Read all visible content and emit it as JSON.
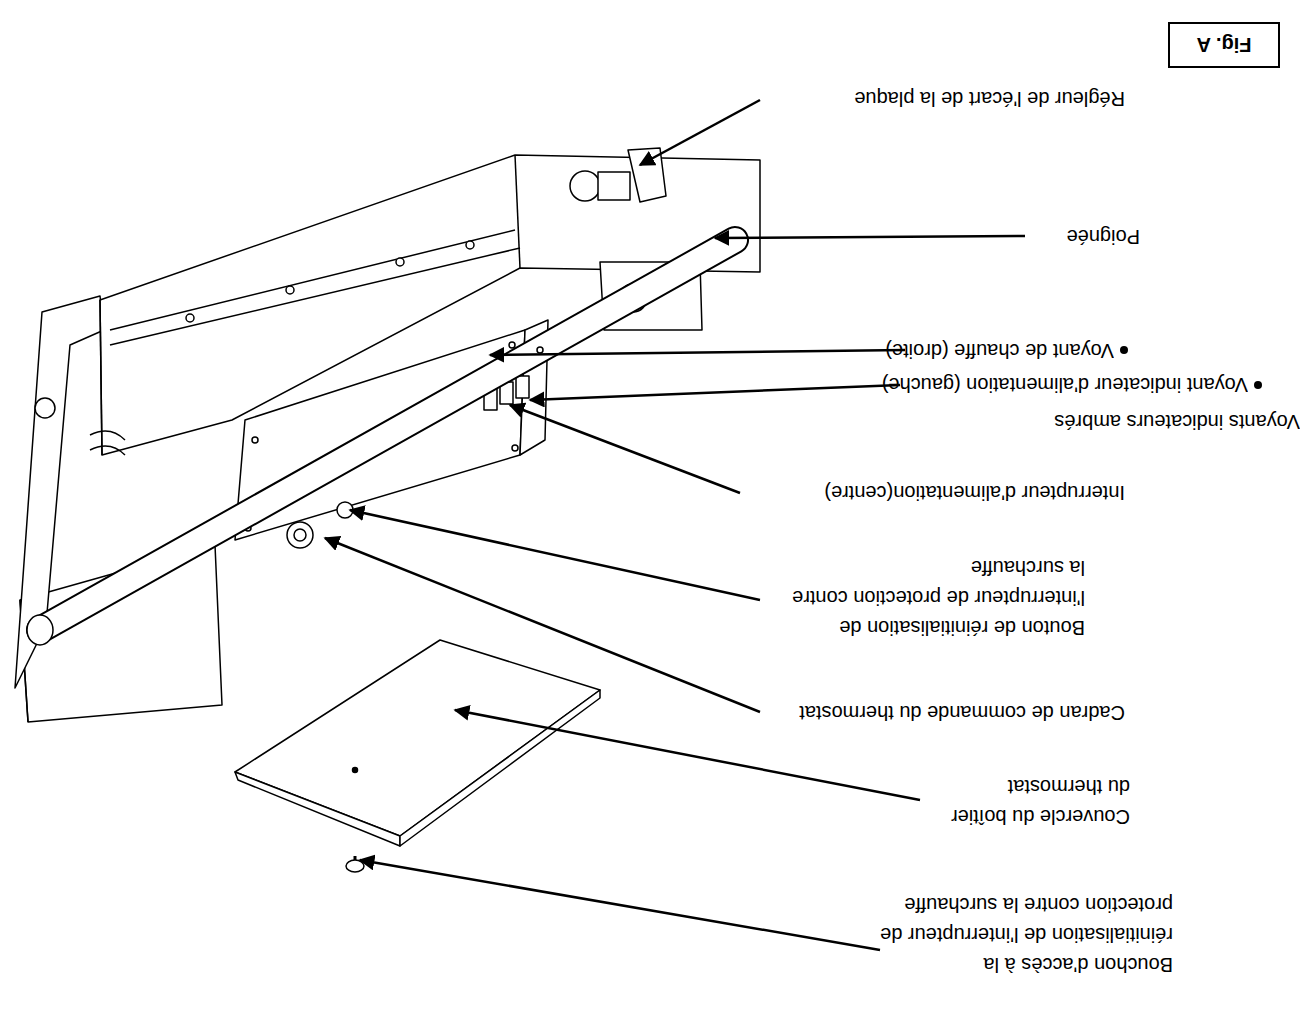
{
  "diagram": {
    "title": "Fig. A",
    "labels": [
      "Bouchon d'accès à la réinitialisation de l'interrupteur de protection contre la surchauffe",
      "Couvercle du boîtier du thermostat",
      "Cadran de commande du thermostat",
      "Bouton de réinitialisation de l'interrupteur de protection contre la surchauffe",
      "Interrupteur d'alimentation(centre)",
      "Voyants indicateurs ambrés",
      "Voyant indicateur d'alimentation (gauche)",
      "Voyant de chauffe (droite)",
      "Poignée",
      "Régleur de l'écart de la plaque"
    ]
  }
}
